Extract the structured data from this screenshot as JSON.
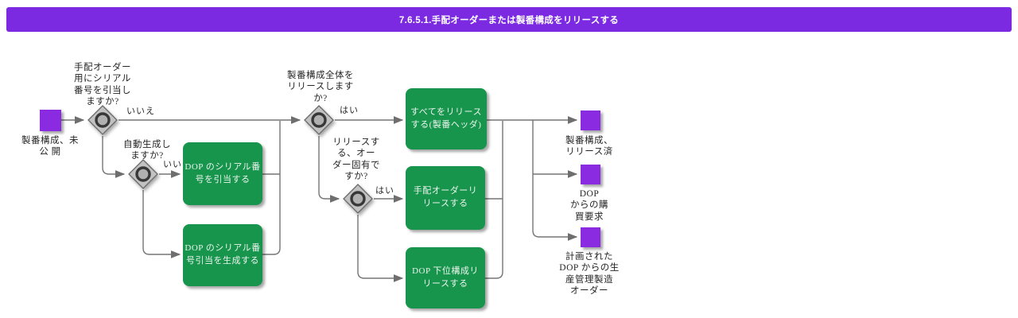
{
  "header": {
    "title": "7.6.5.1.手配オーダーまたは製番構成をリリースする"
  },
  "colors": {
    "header_bg": "#7c2ae2",
    "event_fill": "#8a2be2",
    "task_fill": "#18954d",
    "line": "#757575",
    "gateway_fill": "#c2c2c2"
  },
  "diagram": {
    "start_event": {
      "label": "製番構成、未\n公 開"
    },
    "gateways": {
      "allocate_serial": {
        "question": "手配オーダー\n用にシリアル\n番号を引当し\nますか?",
        "no_label": "いいえ"
      },
      "auto_generate": {
        "question": "自動生成し\nますか?",
        "no_label": "いいえ"
      },
      "release_whole": {
        "question": "製番構成全体を\nリリースします\nか?",
        "yes_label": "はい"
      },
      "order_specific": {
        "question": "リリースす\nる、オー\nダー固有で\nすか?",
        "yes_label": "はい"
      }
    },
    "tasks": {
      "allocate_dop_serial": {
        "label": "DOP のシリアル番\n号を引当する"
      },
      "generate_dop_serial": {
        "label": "DOP のシリアル番\n号引当を生成する"
      },
      "release_all": {
        "label": "すべてをリリース\nする(製番ヘッダ)"
      },
      "release_order": {
        "label": "手配オーダーリ\nリースする"
      },
      "release_substructure": {
        "label": "DOP 下位構成リ\nリースする"
      }
    },
    "end_events": {
      "released": {
        "label": "製番構成、\nリリース済"
      },
      "purchase_requisition": {
        "label": "DOP\nからの購\n買要求"
      },
      "planned_order": {
        "label": "計画された\nDOP からの生\n産管理製造\nオーダー"
      }
    }
  }
}
